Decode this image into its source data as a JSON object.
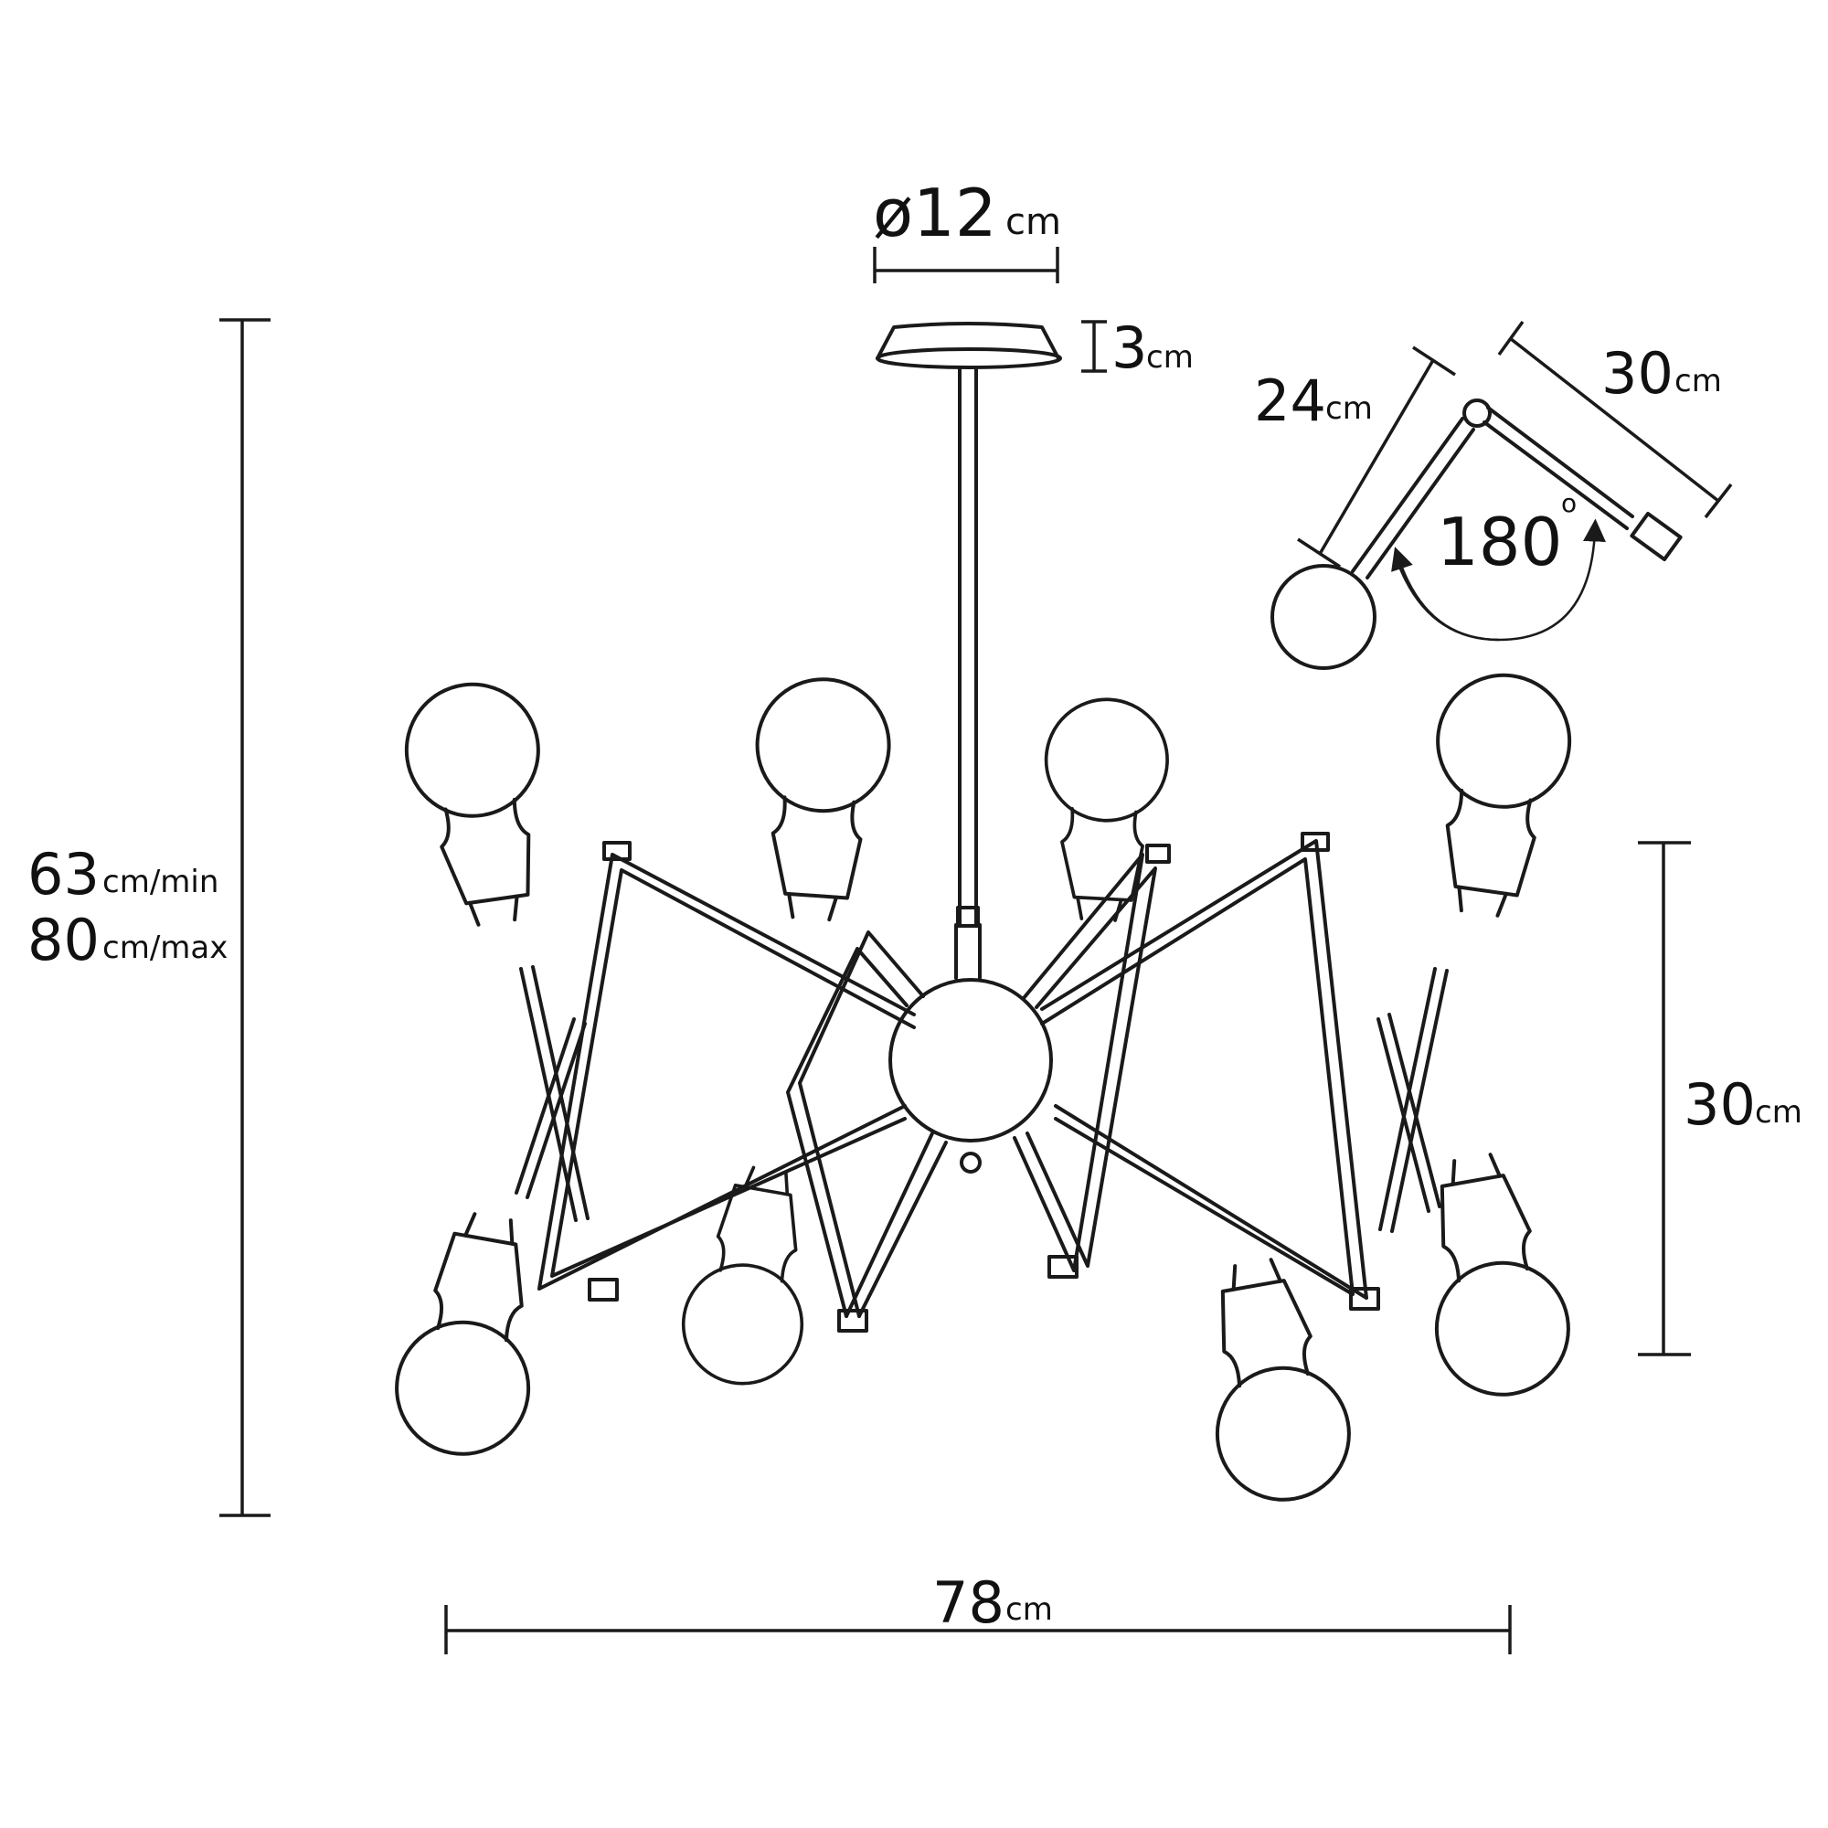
{
  "dimensions": {
    "canopy_diameter": {
      "value": "ø12",
      "unit": "cm"
    },
    "canopy_height": {
      "value": "3",
      "unit": "cm"
    },
    "height_min": {
      "value": "63",
      "unit": "cm/min"
    },
    "height_max": {
      "value": "80",
      "unit": "cm/max"
    },
    "arm_span_height": {
      "value": "30",
      "unit": "cm"
    },
    "total_width": {
      "value": "78",
      "unit": "cm"
    },
    "arm_segment_a": {
      "value": "24",
      "unit": "cm"
    },
    "arm_segment_b": {
      "value": "30",
      "unit": "cm"
    },
    "rotation": {
      "value": "180",
      "unit": "o"
    }
  },
  "colors": {
    "line": "#1a1a1a",
    "background": "#ffffff"
  }
}
